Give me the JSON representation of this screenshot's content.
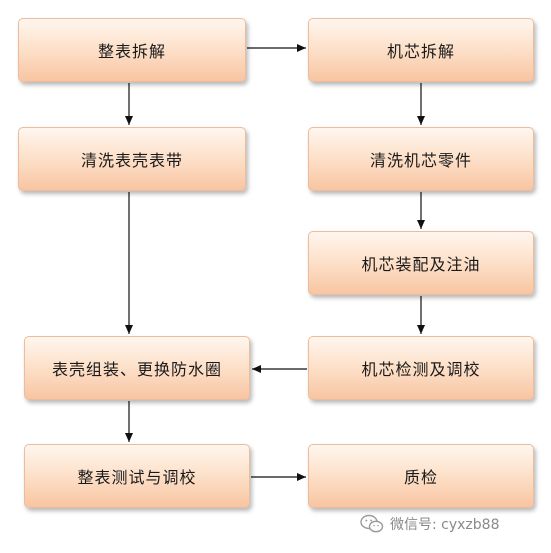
{
  "steps": {
    "watch_disassembly": "整表拆解",
    "movement_disassembly": "机芯拆解",
    "clean_case_strap": "清洗表壳表带",
    "clean_movement_parts": "清洗机芯零件",
    "movement_assembly_oiling": "机芯装配及注油",
    "case_assembly_gasket": "表壳组装、更换防水圈",
    "movement_test_adjust": "机芯检测及调校",
    "watch_test_adjust": "整表测试与调校",
    "quality_check": "质检"
  },
  "watermark": {
    "icon": "wechat-icon",
    "text": "微信号: cyxzb88"
  },
  "colors": {
    "box_light": "#fff6ef",
    "box_dark": "#f8c5a2",
    "arrow": "#111111"
  }
}
